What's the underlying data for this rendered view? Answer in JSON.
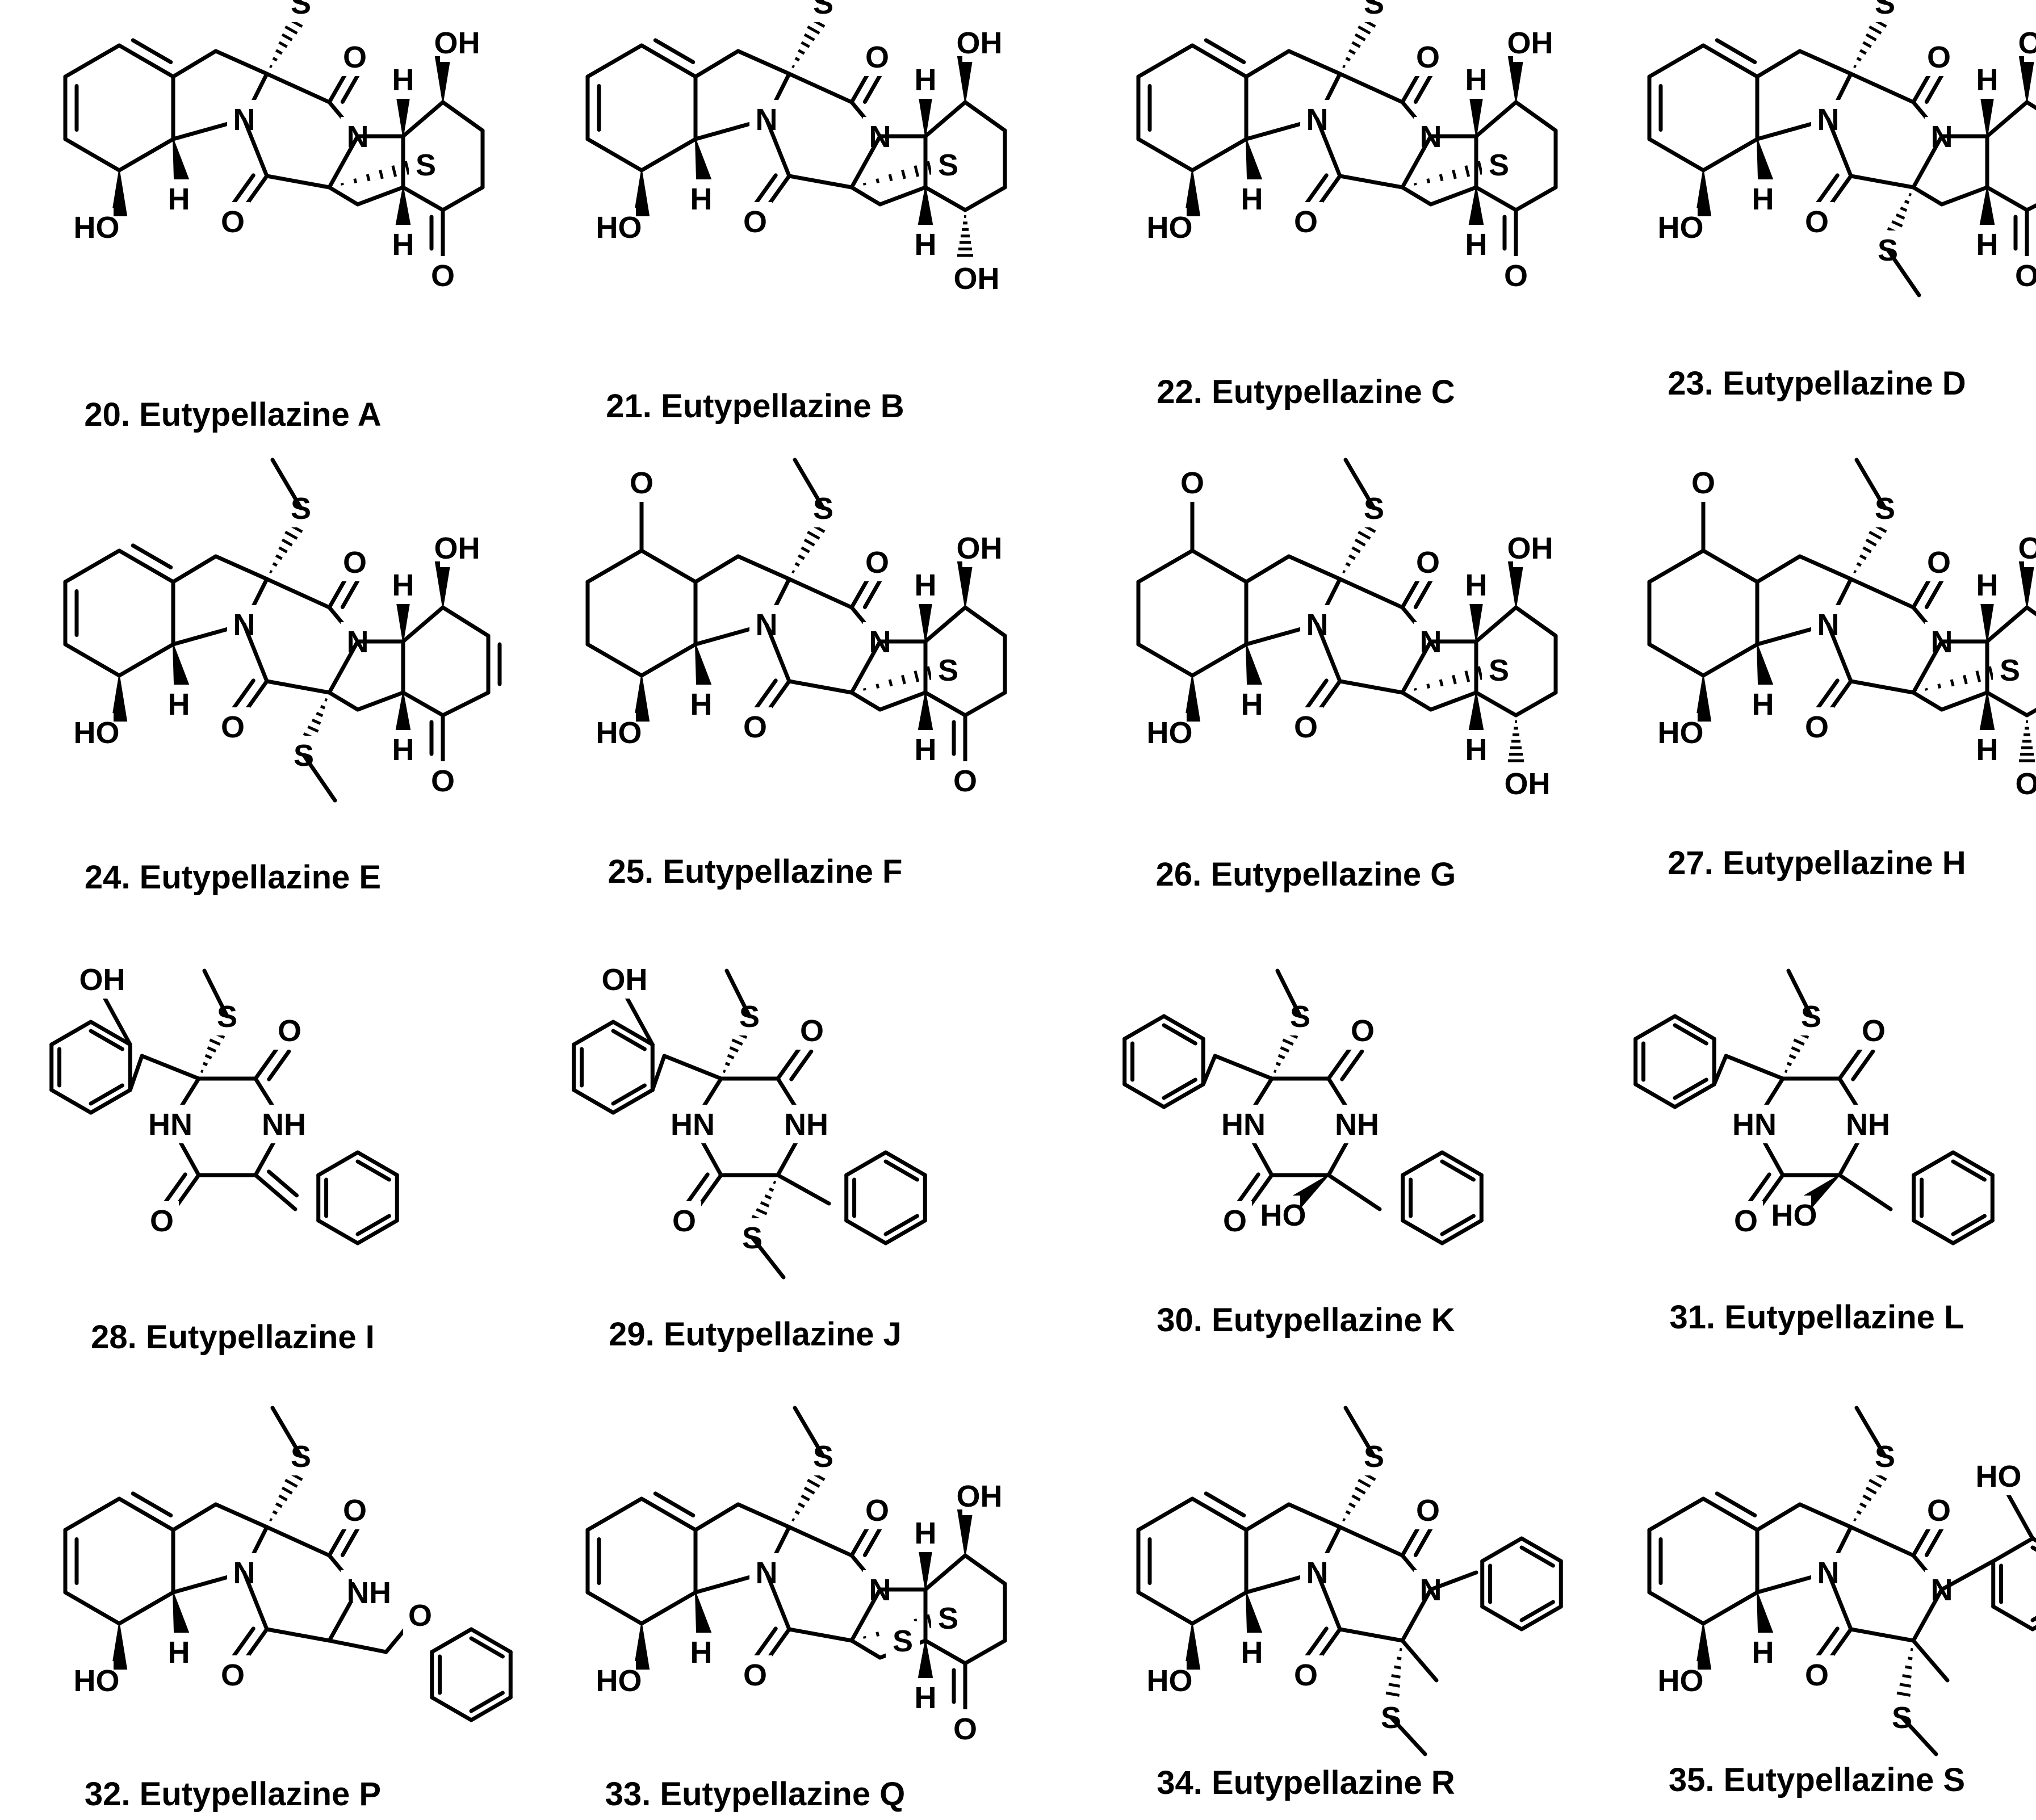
{
  "compounds": [
    {
      "name": "20. Eutypellazine A",
      "type": "bicyclicA"
    },
    {
      "name": "21. Eutypellazine B",
      "type": "bicyclicB"
    },
    {
      "name": "22. Eutypellazine C",
      "type": "bicyclicC"
    },
    {
      "name": "23. Eutypellazine D",
      "type": "dimethylthio"
    },
    {
      "name": "24. Eutypellazine E",
      "type": "enone"
    },
    {
      "name": "25. Eutypellazine F",
      "type": "ketoA"
    },
    {
      "name": "26. Eutypellazine G",
      "type": "ketoB"
    },
    {
      "name": "27. Eutypellazine H",
      "type": "ketoC"
    },
    {
      "name": "28. Eutypellazine I",
      "type": "dkpBenzylidene"
    },
    {
      "name": "29. Eutypellazine J",
      "type": "dkpPhenol"
    },
    {
      "name": "30. Eutypellazine K",
      "type": "dkpHydroxy"
    },
    {
      "name": "31. Eutypellazine L",
      "type": "dkpHydroxy"
    },
    {
      "name": "32. Eutypellazine P",
      "type": "spiro"
    },
    {
      "name": "33. Eutypellazine Q",
      "type": "bridged"
    },
    {
      "name": "34. Eutypellazine R",
      "type": "indoline"
    },
    {
      "name": "35. Eutypellazine S",
      "type": "indolineOH"
    }
  ],
  "atom_labels": {
    "S": "S",
    "O": "O",
    "N": "N",
    "H": "H",
    "OH": "OH",
    "HO": "HO",
    "NH": "NH",
    "HN": "HN"
  }
}
